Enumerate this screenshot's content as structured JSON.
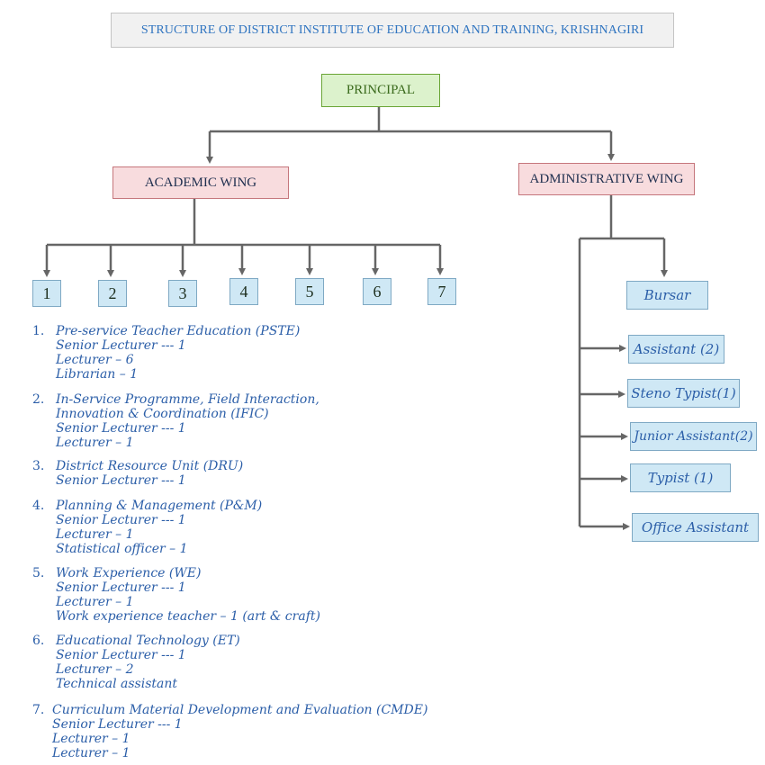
{
  "title": "STRUCTURE OF DISTRICT INSTITUTE OF EDUCATION AND TRAINING, KRISHNAGIRI",
  "principal": "PRINCIPAL",
  "academic_wing": {
    "label": "ACADEMIC WING",
    "units": [
      "1",
      "2",
      "3",
      "4",
      "5",
      "6",
      "7"
    ]
  },
  "administrative_wing": {
    "label": "ADMINISTRATIVE WING",
    "bursar": "Bursar",
    "staff": [
      "Assistant (2)",
      "Steno Typist(1)",
      "Junior Assistant(2)",
      "Typist (1)",
      "Office Assistant"
    ]
  },
  "departments": [
    {
      "num": "1.",
      "lines": [
        "Pre-service Teacher Education (PSTE)"
      ],
      "staff": [
        "Senior Lecturer --- 1",
        "Lecturer – 6",
        "Librarian – 1"
      ]
    },
    {
      "num": "2.",
      "lines": [
        "In-Service Programme, Field Interaction,",
        "Innovation & Coordination  (IFIC)"
      ],
      "staff": [
        "Senior Lecturer --- 1",
        "Lecturer – 1"
      ]
    },
    {
      "num": "3.",
      "lines": [
        "District Resource Unit  (DRU)"
      ],
      "staff": [
        "Senior Lecturer --- 1"
      ]
    },
    {
      "num": "4.",
      "lines": [
        "Planning & Management  (P&M)"
      ],
      "staff": [
        "Senior Lecturer --- 1",
        "Lecturer – 1",
        "Statistical officer – 1"
      ]
    },
    {
      "num": "5.",
      "lines": [
        "Work Experience (WE)"
      ],
      "staff": [
        "Senior Lecturer --- 1",
        "Lecturer – 1",
        "Work experience teacher – 1 (art & craft)"
      ]
    },
    {
      "num": "6.",
      "lines": [
        "Educational Technology  (ET)"
      ],
      "staff": [
        "Senior Lecturer --- 1",
        "Lecturer – 2",
        "Technical assistant"
      ]
    },
    {
      "num": "7.",
      "lines": [
        "Curriculum Material Development and Evaluation  (CMDE)"
      ],
      "staff": [
        "Senior Lecturer --- 1",
        "Lecturer – 1",
        "Lecturer – 1"
      ]
    }
  ],
  "colors": {
    "title_text": "#2f74c0",
    "principal_fill": "#dcf2cc",
    "wing_fill": "#f8dcde",
    "unit_fill": "#cfe8f5",
    "connector": "#666666",
    "body_text": "#2b5ea8"
  }
}
